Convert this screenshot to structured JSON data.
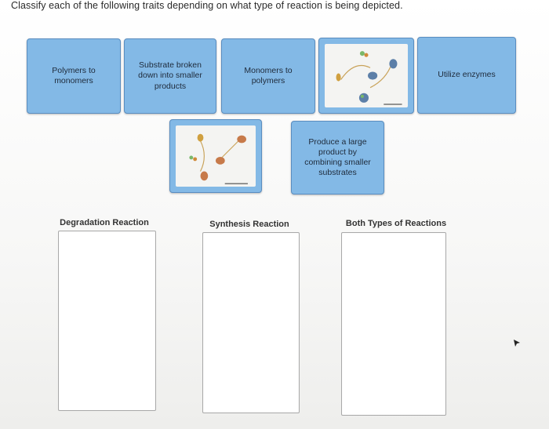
{
  "instructions": "Classify each of the following traits depending on what type of reaction is being depicted.",
  "cards": {
    "polymers_to_monomers": "Polymers to monomers",
    "substrate_broken": "Substrate broken down into smaller products",
    "monomers_to_polymers": "Monomers to polymers",
    "utilize_enzymes": "Utilize enzymes",
    "produce_large_product": "Produce a large product by combining smaller substrates"
  },
  "zones": {
    "degradation": "Degradation Reaction",
    "synthesis": "Synthesis Reaction",
    "both": "Both Types of Reactions"
  },
  "colors": {
    "card_fill": "#83b9e6",
    "card_border": "#5a8dc0"
  }
}
